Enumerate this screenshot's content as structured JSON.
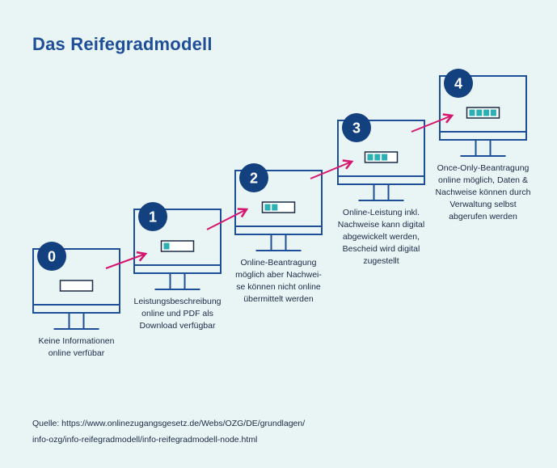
{
  "title": "Das Reifegradmodell",
  "colors": {
    "navy": "#1f4e98",
    "badge": "#13407f",
    "arrow": "#d6156e",
    "fill": "#2bb0b4",
    "background": "#e9f4f5"
  },
  "steps": [
    {
      "number": "0",
      "level": 0,
      "lines": [
        "Keine Informationen",
        "online verfübar"
      ]
    },
    {
      "number": "1",
      "level": 1,
      "lines": [
        "Leistungsbeschreibung",
        "online und PDF als",
        "Download verfügbar"
      ]
    },
    {
      "number": "2",
      "level": 2,
      "lines": [
        "Online-Beantragung",
        "möglich aber Nachwei-",
        "se können nicht online",
        "übermittelt werden"
      ]
    },
    {
      "number": "3",
      "level": 3,
      "lines": [
        "Online-Leistung inkl.",
        "Nachweise kann digital",
        "abgewickelt werden,",
        "Bescheid wird digital",
        "zugestellt"
      ]
    },
    {
      "number": "4",
      "level": 4,
      "lines": [
        "Once-Only-Beantragung",
        "online möglich, Daten &",
        "Nachweise können durch",
        "Verwaltung selbst",
        "abgerufen werden"
      ]
    }
  ],
  "source": {
    "line1": "Quelle: https://www.onlinezugangsgesetz.de/Webs/OZG/DE/grundlagen/",
    "line2": "info-ozg/info-reifegradmodell/info-reifegradmodell-node.html"
  }
}
